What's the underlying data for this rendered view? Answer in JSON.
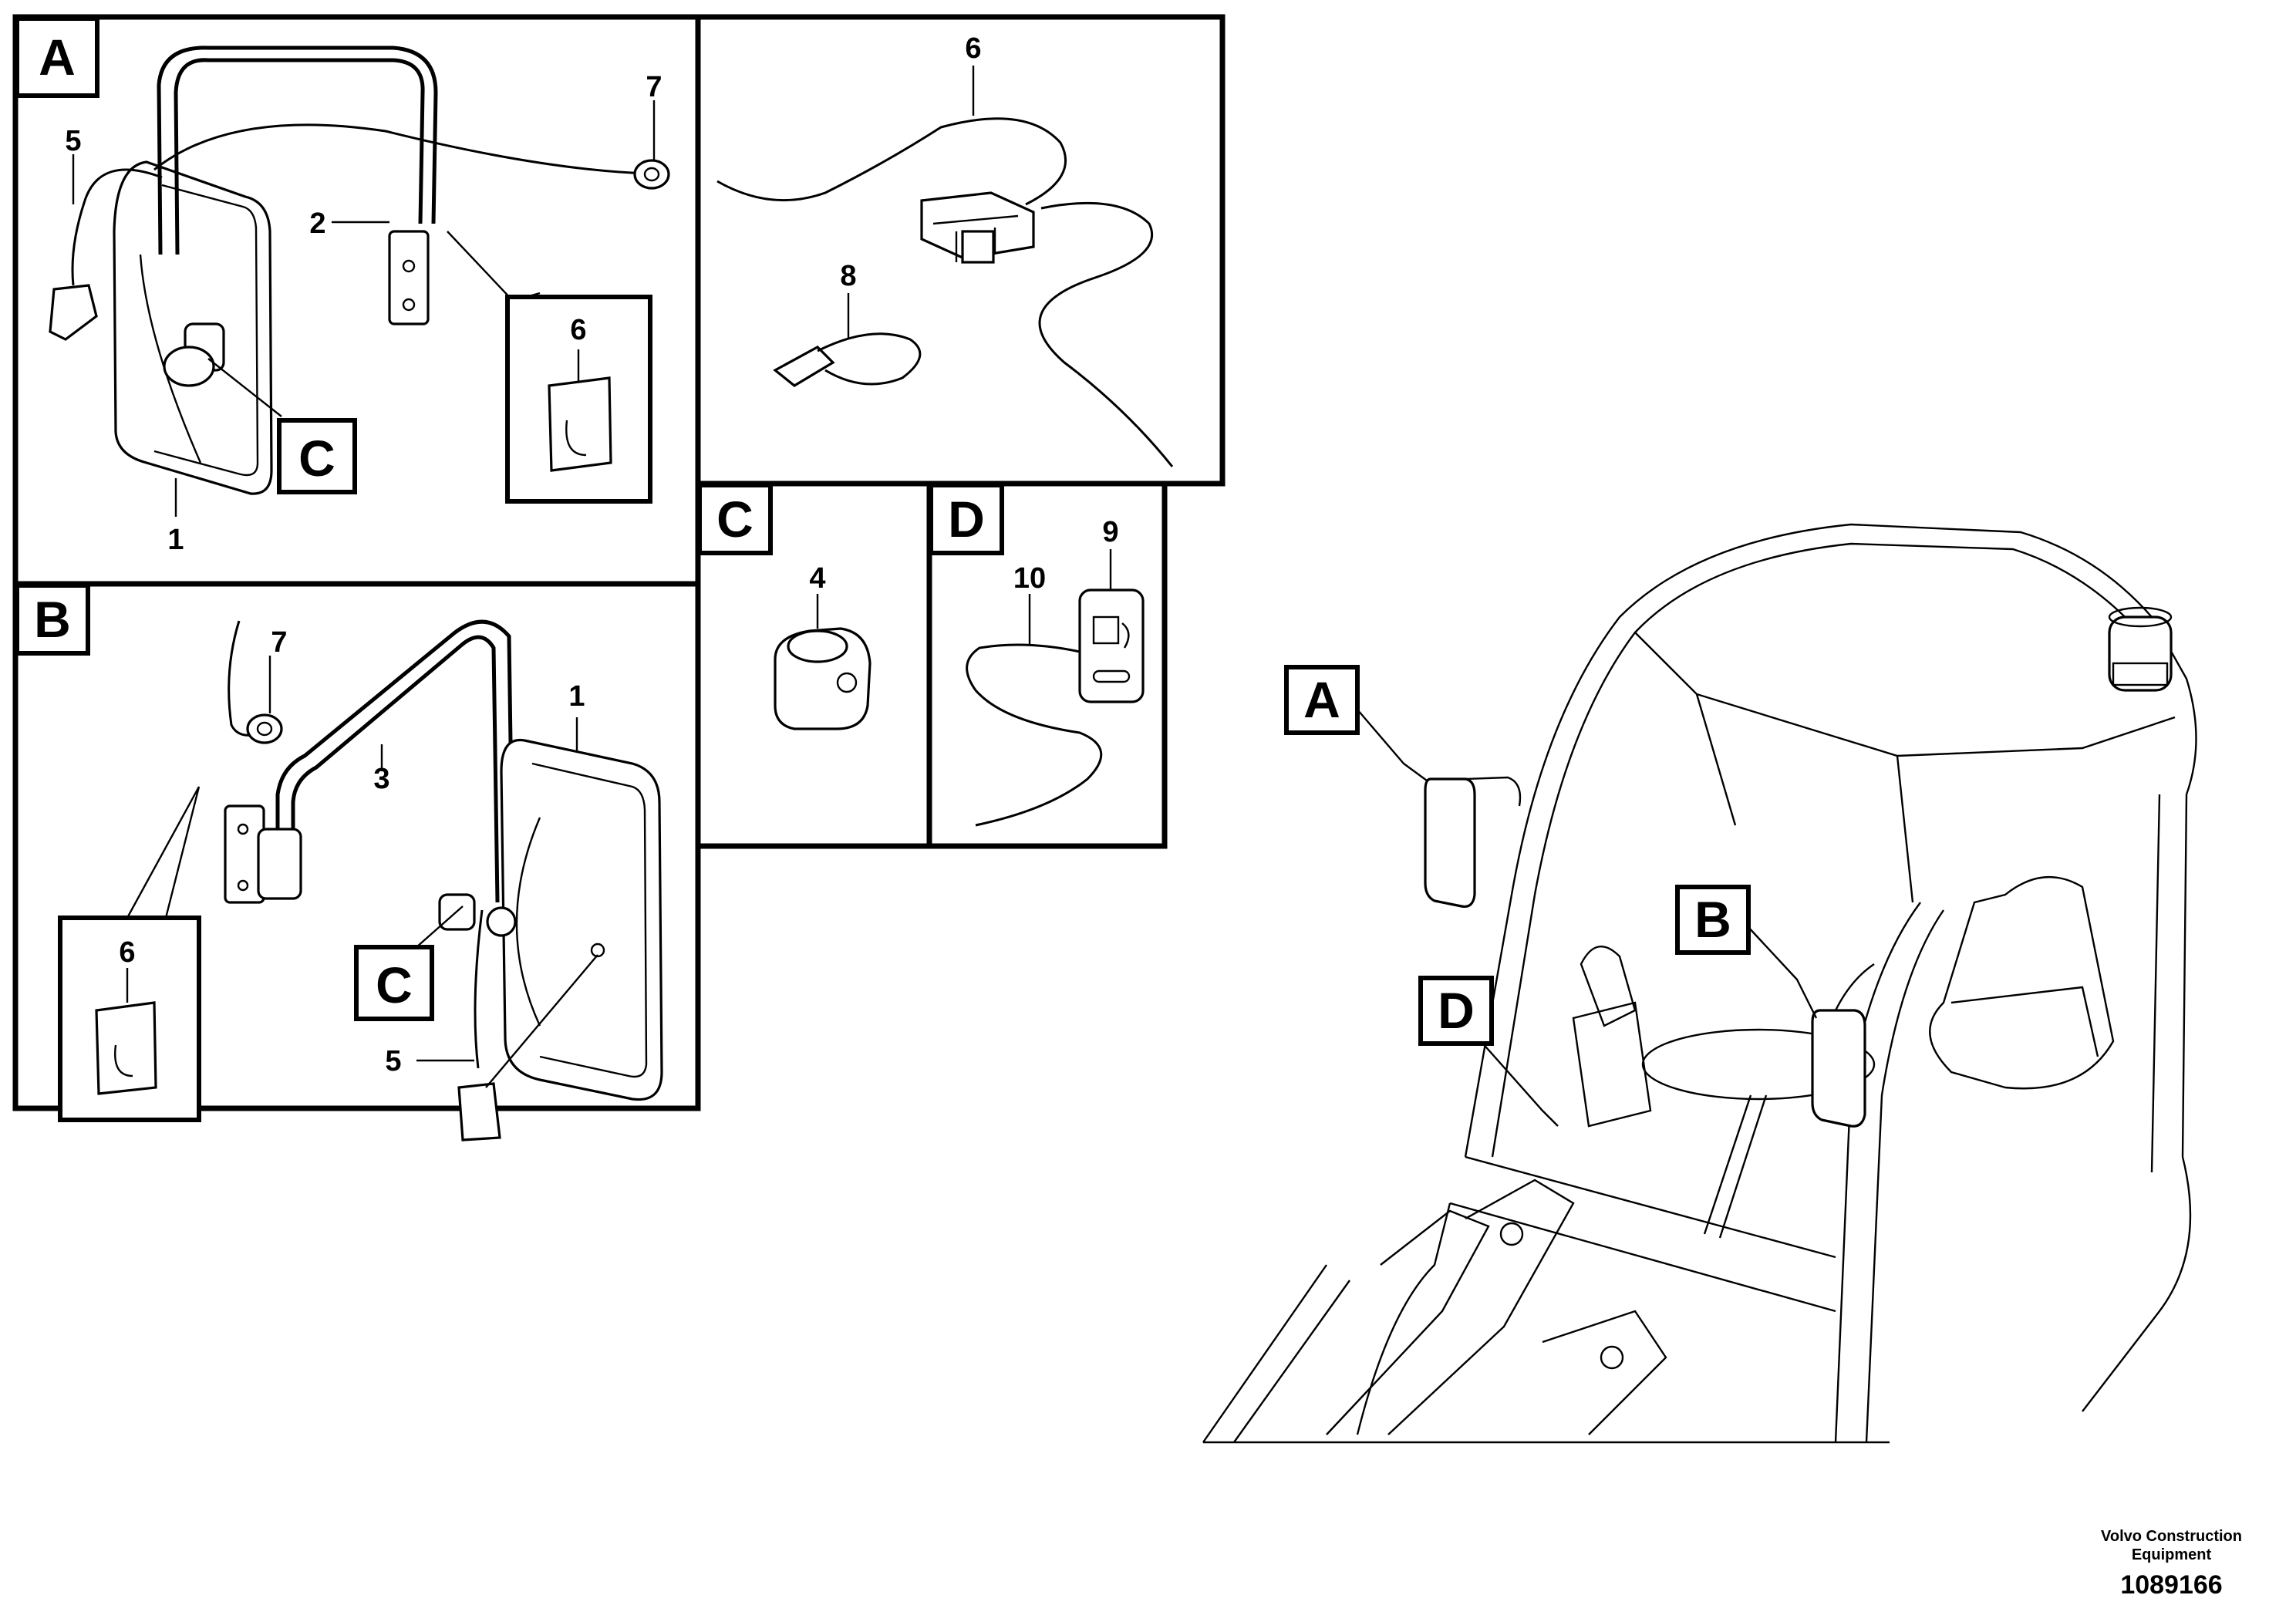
{
  "panels": {
    "a": {
      "label": "A",
      "callouts": [
        "1",
        "2",
        "5",
        "6",
        "7"
      ],
      "detail_ref": "C"
    },
    "b": {
      "label": "B",
      "callouts": [
        "1",
        "3",
        "5",
        "6",
        "7"
      ],
      "detail_ref": "C"
    },
    "harness": {
      "callouts": [
        "6",
        "8"
      ]
    },
    "c": {
      "label": "C",
      "callouts": [
        "4"
      ]
    },
    "d": {
      "label": "D",
      "callouts": [
        "9",
        "10"
      ]
    }
  },
  "overview": {
    "labels": [
      "A",
      "B",
      "D"
    ]
  },
  "footer": {
    "brand_line1": "Volvo Construction",
    "brand_line2": "Equipment",
    "document_number": "1089166"
  }
}
